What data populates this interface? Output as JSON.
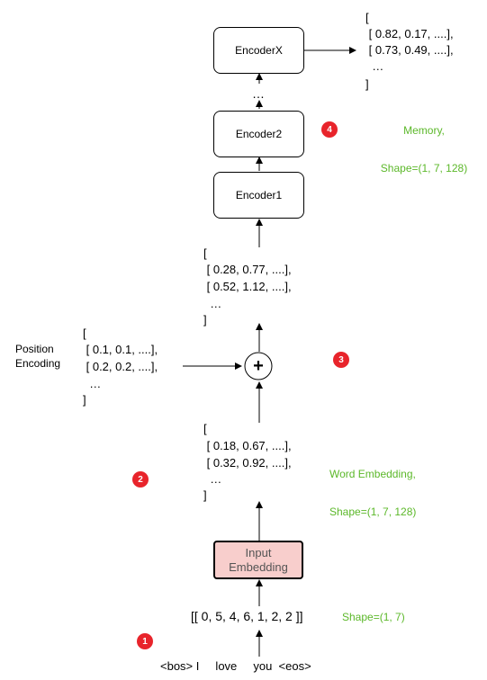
{
  "encoders": {
    "top": "EncoderX",
    "middle": "Encoder2",
    "bottom": "Encoder1",
    "ellipsis": "…"
  },
  "memory": {
    "lines": [
      "[",
      " [ 0.82, 0.17, ....],",
      " [ 0.73, 0.49, ....],",
      "  …",
      "]"
    ],
    "label_line1": "Memory,",
    "label_line2": "Shape=(1, 7, 128)"
  },
  "sum_output": {
    "lines": [
      "[",
      " [ 0.28, 0.77, ....],",
      " [ 0.52, 1.12, ....],",
      "  …",
      "]"
    ]
  },
  "position_encoding": {
    "label_line1": "Position",
    "label_line2": "Encoding",
    "lines": [
      "[",
      " [ 0.1, 0.1, ....],",
      " [ 0.2, 0.2, ....],",
      "  …",
      "]"
    ]
  },
  "plus_symbol": "+",
  "word_embedding": {
    "lines": [
      "[",
      " [ 0.18, 0.67, ....],",
      " [ 0.32, 0.92, ....],",
      "  …",
      "]"
    ],
    "label_line1": "Word Embedding,",
    "label_line2": "Shape=(1, 7, 128)"
  },
  "input_embedding": {
    "line1": "Input",
    "line2": "Embedding"
  },
  "token_ids": {
    "text": "[[ 0, 5, 4, 6, 1, 2, 2 ]]",
    "shape": "Shape=(1, 7)"
  },
  "tokens": {
    "text": "<bos> I     love     you  <eos>"
  },
  "badges": {
    "b1": "1",
    "b2": "2",
    "b3": "3",
    "b4": "4"
  },
  "colors": {
    "accent_green": "#5cb82a",
    "badge_red": "#e8242b",
    "embed_fill": "#f8cecc"
  }
}
